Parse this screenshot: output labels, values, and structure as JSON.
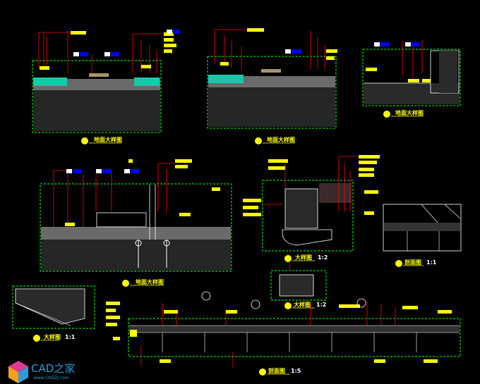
{
  "drawing": {
    "titles": {
      "floor_detail_1": "地面大样图",
      "floor_detail_2": "地面大样图",
      "floor_detail_3": "地面大样图",
      "floor_detail_4": "地面大样图",
      "section_a": "大样图",
      "section_b": "剖面图",
      "section_c": "大样图",
      "section_d": "大样图",
      "section_e": "剖面图"
    },
    "scales": {
      "section_a": "1:1",
      "section_b": "1:5",
      "section_c": "1:2",
      "section_d": "1:2",
      "section_e": "1:1"
    },
    "colors": {
      "background": "#000000",
      "frame": "#00ff00",
      "leader": "#ff0000",
      "label": "#ffff00",
      "outline": "#ffffff",
      "tag": "#0000ff"
    }
  },
  "watermark": {
    "brand": "CAD之家",
    "site": "www.CADZJ.com"
  }
}
